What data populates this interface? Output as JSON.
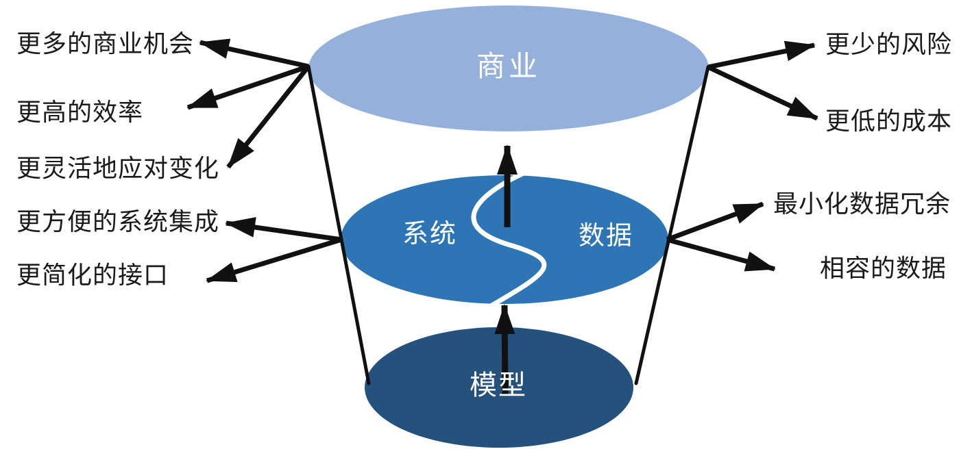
{
  "colors": {
    "background": "#ffffff",
    "business_layer_fill": "#95B1DB",
    "system_data_layer_fill": "#2E75B6",
    "model_layer_fill": "#24527C",
    "arrow": "#111111",
    "benefit_text": "#1a1a1a",
    "layer_text": "#ffffff",
    "s_curve": "#ffffff"
  },
  "layers": {
    "business": "商业",
    "system": "系统",
    "data": "数据",
    "model": "模型"
  },
  "left_labels": [
    "更多的商业机会",
    "更高的效率",
    "更灵活地应对变化",
    "更方便的系统集成",
    "更简化的接口"
  ],
  "right_labels": [
    "更少的风险",
    "更低的成本",
    "最小化数据冗余",
    "相容的数据"
  ]
}
